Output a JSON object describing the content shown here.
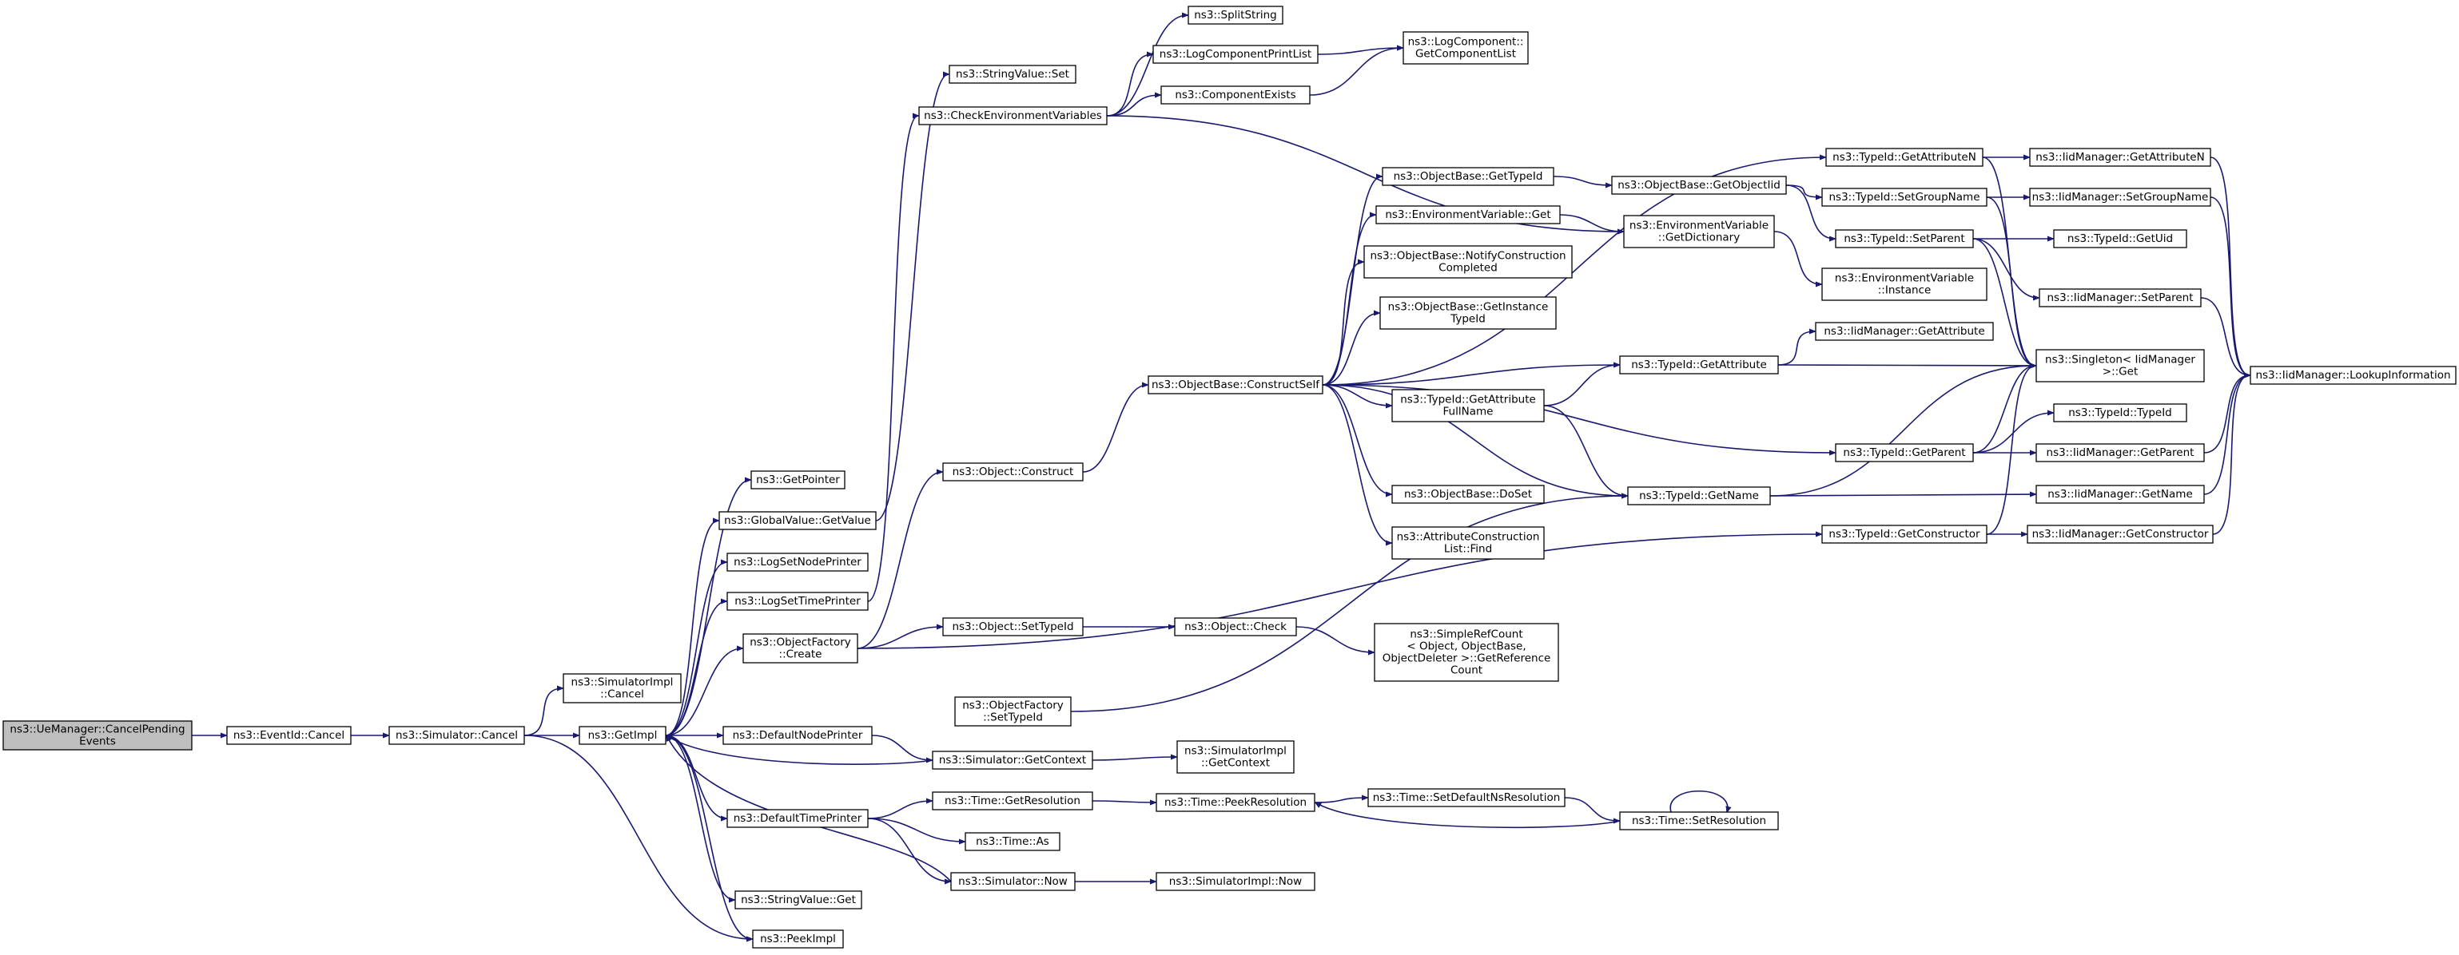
{
  "diagram": {
    "title": "",
    "colors": {
      "edge": "#191970",
      "node_fill": "#ffffff",
      "root_fill": "#bfbfbf",
      "border": "#000000"
    },
    "nodes": [
      {
        "id": "uemanager_cancel",
        "lines": [
          "ns3::UeManager::CancelPending",
          "Events"
        ],
        "root": true
      },
      {
        "id": "eventid_cancel",
        "lines": [
          "ns3::EventId::Cancel"
        ]
      },
      {
        "id": "simulator_cancel",
        "lines": [
          "ns3::Simulator::Cancel"
        ]
      },
      {
        "id": "simimpl_cancel",
        "lines": [
          "ns3::SimulatorImpl",
          "::Cancel"
        ]
      },
      {
        "id": "getimpl",
        "lines": [
          "ns3::GetImpl"
        ]
      },
      {
        "id": "getpointer",
        "lines": [
          "ns3::GetPointer"
        ]
      },
      {
        "id": "globalvalue_getvalue",
        "lines": [
          "ns3::GlobalValue::GetValue"
        ]
      },
      {
        "id": "logsetnodeprinter",
        "lines": [
          "ns3::LogSetNodePrinter"
        ]
      },
      {
        "id": "logsettimeprinter",
        "lines": [
          "ns3::LogSetTimePrinter"
        ]
      },
      {
        "id": "objectfactory_create",
        "lines": [
          "ns3::ObjectFactory",
          "::Create"
        ]
      },
      {
        "id": "defaultnodeprinter",
        "lines": [
          "ns3::DefaultNodePrinter"
        ]
      },
      {
        "id": "defaulttimeprinter",
        "lines": [
          "ns3::DefaultTimePrinter"
        ]
      },
      {
        "id": "stringvalue_get",
        "lines": [
          "ns3::StringValue::Get"
        ]
      },
      {
        "id": "peekimpl",
        "lines": [
          "ns3::PeekImpl"
        ]
      },
      {
        "id": "stringvalue_set",
        "lines": [
          "ns3::StringValue::Set"
        ]
      },
      {
        "id": "checkenv",
        "lines": [
          "ns3::CheckEnvironmentVariables"
        ]
      },
      {
        "id": "object_construct",
        "lines": [
          "ns3::Object::Construct"
        ]
      },
      {
        "id": "object_settypeid",
        "lines": [
          "ns3::Object::SetTypeId"
        ]
      },
      {
        "id": "objectfactory_settypeid",
        "lines": [
          "ns3::ObjectFactory",
          "::SetTypeId"
        ]
      },
      {
        "id": "simulator_getcontext",
        "lines": [
          "ns3::Simulator::GetContext"
        ]
      },
      {
        "id": "time_getresolution",
        "lines": [
          "ns3::Time::GetResolution"
        ]
      },
      {
        "id": "time_as",
        "lines": [
          "ns3::Time::As"
        ]
      },
      {
        "id": "simulator_now",
        "lines": [
          "ns3::Simulator::Now"
        ]
      },
      {
        "id": "splitstring",
        "lines": [
          "ns3::SplitString"
        ]
      },
      {
        "id": "logcomponentprintlist",
        "lines": [
          "ns3::LogComponentPrintList"
        ]
      },
      {
        "id": "componentexists",
        "lines": [
          "ns3::ComponentExists"
        ]
      },
      {
        "id": "logcomponent_getlist",
        "lines": [
          "ns3::LogComponent::",
          "GetComponentList"
        ]
      },
      {
        "id": "objectbase_constructself",
        "lines": [
          "ns3::ObjectBase::ConstructSelf"
        ]
      },
      {
        "id": "object_check",
        "lines": [
          "ns3::Object::Check"
        ]
      },
      {
        "id": "simimpl_getcontext",
        "lines": [
          "ns3::SimulatorImpl",
          "::GetContext"
        ]
      },
      {
        "id": "time_peekresolution",
        "lines": [
          "ns3::Time::PeekResolution"
        ]
      },
      {
        "id": "simimpl_now",
        "lines": [
          "ns3::SimulatorImpl::Now"
        ]
      },
      {
        "id": "objectbase_gettypeid",
        "lines": [
          "ns3::ObjectBase::GetTypeId"
        ]
      },
      {
        "id": "envvar_get",
        "lines": [
          "ns3::EnvironmentVariable::Get"
        ]
      },
      {
        "id": "objectbase_notify",
        "lines": [
          "ns3::ObjectBase::NotifyConstruction",
          "Completed"
        ]
      },
      {
        "id": "objectbase_getinstancetypeid",
        "lines": [
          "ns3::ObjectBase::GetInstance",
          "TypeId"
        ]
      },
      {
        "id": "typeid_getattributefullname",
        "lines": [
          "ns3::TypeId::GetAttribute",
          "FullName"
        ]
      },
      {
        "id": "objectbase_doset",
        "lines": [
          "ns3::ObjectBase::DoSet"
        ]
      },
      {
        "id": "attrconstructionlist_find",
        "lines": [
          "ns3::AttributeConstruction",
          "List::Find"
        ]
      },
      {
        "id": "simplerefcount",
        "lines": [
          "ns3::SimpleRefCount",
          "< Object, ObjectBase,",
          "ObjectDeleter >::GetReference",
          "Count"
        ]
      },
      {
        "id": "time_setdefaultnsresolution",
        "lines": [
          "ns3::Time::SetDefaultNsResolution"
        ]
      },
      {
        "id": "objectbase_getobjectiid",
        "lines": [
          "ns3::ObjectBase::GetObjectIid"
        ]
      },
      {
        "id": "envvar_getdictionary",
        "lines": [
          "ns3::EnvironmentVariable",
          "::GetDictionary"
        ]
      },
      {
        "id": "typeid_getattribute",
        "lines": [
          "ns3::TypeId::GetAttribute"
        ]
      },
      {
        "id": "typeid_getname",
        "lines": [
          "ns3::TypeId::GetName"
        ]
      },
      {
        "id": "time_setresolution",
        "lines": [
          "ns3::Time::SetResolution"
        ]
      },
      {
        "id": "typeid_getattributen",
        "lines": [
          "ns3::TypeId::GetAttributeN"
        ]
      },
      {
        "id": "typeid_setgroupname",
        "lines": [
          "ns3::TypeId::SetGroupName"
        ]
      },
      {
        "id": "typeid_setparent",
        "lines": [
          "ns3::TypeId::SetParent"
        ]
      },
      {
        "id": "envvar_instance",
        "lines": [
          "ns3::EnvironmentVariable",
          "::Instance"
        ]
      },
      {
        "id": "iidmanager_getattribute",
        "lines": [
          "ns3::IidManager::GetAttribute"
        ]
      },
      {
        "id": "typeid_getparent",
        "lines": [
          "ns3::TypeId::GetParent"
        ]
      },
      {
        "id": "typeid_getconstructor",
        "lines": [
          "ns3::TypeId::GetConstructor"
        ]
      },
      {
        "id": "iidmanager_getattributen",
        "lines": [
          "ns3::IidManager::GetAttributeN"
        ]
      },
      {
        "id": "iidmanager_setgroupname",
        "lines": [
          "ns3::IidManager::SetGroupName"
        ]
      },
      {
        "id": "typeid_getuid",
        "lines": [
          "ns3::TypeId::GetUid"
        ]
      },
      {
        "id": "iidmanager_setparent",
        "lines": [
          "ns3::IidManager::SetParent"
        ]
      },
      {
        "id": "singleton_get",
        "lines": [
          "ns3::Singleton< IidManager",
          " >::Get"
        ]
      },
      {
        "id": "typeid_typeid",
        "lines": [
          "ns3::TypeId::TypeId"
        ]
      },
      {
        "id": "iidmanager_getparent",
        "lines": [
          "ns3::IidManager::GetParent"
        ]
      },
      {
        "id": "iidmanager_getname",
        "lines": [
          "ns3::IidManager::GetName"
        ]
      },
      {
        "id": "iidmanager_getconstructor",
        "lines": [
          "ns3::IidManager::GetConstructor"
        ]
      },
      {
        "id": "iidmanager_lookupinformation",
        "lines": [
          "ns3::IidManager::LookupInformation"
        ]
      }
    ],
    "edges": [
      [
        "uemanager_cancel",
        "eventid_cancel"
      ],
      [
        "eventid_cancel",
        "simulator_cancel"
      ],
      [
        "simulator_cancel",
        "simimpl_cancel"
      ],
      [
        "simulator_cancel",
        "getimpl"
      ],
      [
        "simulator_cancel",
        "peekimpl"
      ],
      [
        "getimpl",
        "getpointer"
      ],
      [
        "getimpl",
        "globalvalue_getvalue"
      ],
      [
        "getimpl",
        "logsetnodeprinter"
      ],
      [
        "getimpl",
        "logsettimeprinter"
      ],
      [
        "getimpl",
        "objectfactory_create"
      ],
      [
        "getimpl",
        "defaultnodeprinter"
      ],
      [
        "getimpl",
        "defaulttimeprinter"
      ],
      [
        "getimpl",
        "stringvalue_get"
      ],
      [
        "getimpl",
        "peekimpl"
      ],
      [
        "globalvalue_getvalue",
        "stringvalue_set"
      ],
      [
        "logsettimeprinter",
        "checkenv"
      ],
      [
        "objectfactory_create",
        "object_construct"
      ],
      [
        "objectfactory_create",
        "object_settypeid"
      ],
      [
        "objectfactory_create",
        "typeid_getconstructor"
      ],
      [
        "defaultnodeprinter",
        "simulator_getcontext"
      ],
      [
        "defaulttimeprinter",
        "time_getresolution"
      ],
      [
        "defaulttimeprinter",
        "time_as"
      ],
      [
        "defaulttimeprinter",
        "simulator_now"
      ],
      [
        "simulator_getcontext",
        "getimpl"
      ],
      [
        "simulator_getcontext",
        "simimpl_getcontext"
      ],
      [
        "simulator_now",
        "getimpl"
      ],
      [
        "simulator_now",
        "simimpl_now"
      ],
      [
        "time_getresolution",
        "time_peekresolution"
      ],
      [
        "checkenv",
        "splitstring"
      ],
      [
        "checkenv",
        "logcomponentprintlist"
      ],
      [
        "checkenv",
        "componentexists"
      ],
      [
        "checkenv",
        "envvar_getdictionary"
      ],
      [
        "logcomponentprintlist",
        "logcomponent_getlist"
      ],
      [
        "componentexists",
        "logcomponent_getlist"
      ],
      [
        "object_construct",
        "objectbase_constructself"
      ],
      [
        "object_settypeid",
        "object_check"
      ],
      [
        "object_check",
        "simplerefcount"
      ],
      [
        "objectfactory_settypeid",
        "typeid_getname"
      ],
      [
        "time_peekresolution",
        "time_setdefaultnsresolution"
      ],
      [
        "time_setdefaultnsresolution",
        "time_setresolution"
      ],
      [
        "time_setresolution",
        "time_peekresolution"
      ],
      [
        "time_setresolution",
        "time_setresolution"
      ],
      [
        "objectbase_constructself",
        "objectbase_gettypeid"
      ],
      [
        "objectbase_constructself",
        "envvar_get"
      ],
      [
        "objectbase_constructself",
        "objectbase_notify"
      ],
      [
        "objectbase_constructself",
        "objectbase_getinstancetypeid"
      ],
      [
        "objectbase_constructself",
        "typeid_getattributefullname"
      ],
      [
        "objectbase_constructself",
        "objectbase_doset"
      ],
      [
        "objectbase_constructself",
        "attrconstructionlist_find"
      ],
      [
        "objectbase_constructself",
        "typeid_getattribute"
      ],
      [
        "objectbase_constructself",
        "typeid_getname"
      ],
      [
        "objectbase_constructself",
        "typeid_getparent"
      ],
      [
        "objectbase_constructself",
        "typeid_getattributen"
      ],
      [
        "objectbase_gettypeid",
        "objectbase_getobjectiid"
      ],
      [
        "envvar_get",
        "envvar_getdictionary"
      ],
      [
        "envvar_getdictionary",
        "envvar_instance"
      ],
      [
        "typeid_getattributefullname",
        "typeid_getattribute"
      ],
      [
        "typeid_getattributefullname",
        "typeid_getname"
      ],
      [
        "objectbase_getobjectiid",
        "typeid_setgroupname"
      ],
      [
        "objectbase_getobjectiid",
        "typeid_setparent"
      ],
      [
        "typeid_getattribute",
        "iidmanager_getattribute"
      ],
      [
        "typeid_getattribute",
        "singleton_get"
      ],
      [
        "typeid_getname",
        "iidmanager_getname"
      ],
      [
        "typeid_getname",
        "singleton_get"
      ],
      [
        "typeid_getattributen",
        "iidmanager_getattributen"
      ],
      [
        "typeid_getattributen",
        "singleton_get"
      ],
      [
        "typeid_setgroupname",
        "iidmanager_setgroupname"
      ],
      [
        "typeid_setgroupname",
        "singleton_get"
      ],
      [
        "typeid_setparent",
        "typeid_getuid"
      ],
      [
        "typeid_setparent",
        "iidmanager_setparent"
      ],
      [
        "typeid_setparent",
        "singleton_get"
      ],
      [
        "typeid_getparent",
        "typeid_typeid"
      ],
      [
        "typeid_getparent",
        "iidmanager_getparent"
      ],
      [
        "typeid_getparent",
        "singleton_get"
      ],
      [
        "typeid_getconstructor",
        "iidmanager_getconstructor"
      ],
      [
        "typeid_getconstructor",
        "singleton_get"
      ],
      [
        "iidmanager_getattributen",
        "iidmanager_lookupinformation"
      ],
      [
        "iidmanager_setgroupname",
        "iidmanager_lookupinformation"
      ],
      [
        "iidmanager_setparent",
        "iidmanager_lookupinformation"
      ],
      [
        "iidmanager_getparent",
        "iidmanager_lookupinformation"
      ],
      [
        "iidmanager_getname",
        "iidmanager_lookupinformation"
      ],
      [
        "iidmanager_getconstructor",
        "iidmanager_lookupinformation"
      ]
    ]
  }
}
